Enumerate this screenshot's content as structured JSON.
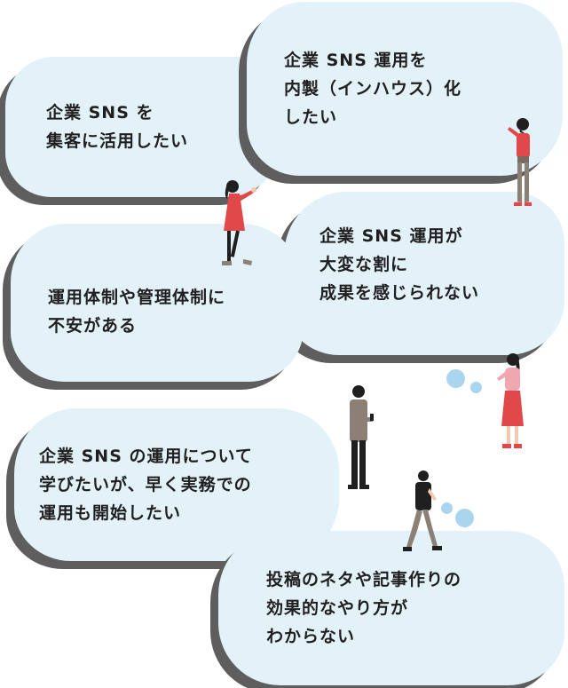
{
  "bubbles": [
    {
      "id": "b1",
      "text": "企業 SNS を\n集客に活用したい"
    },
    {
      "id": "b2",
      "text": "企業 SNS 運用を\n内製（インハウス）化\nしたい"
    },
    {
      "id": "b3",
      "text": "運用体制や管理体制に\n不安がある"
    },
    {
      "id": "b4",
      "text": "企業 SNS 運用が\n大変な割に\n成果を感じられない"
    },
    {
      "id": "b5",
      "text": "企業 SNS の運用について\n学びたいが、早く実務での\n運用も開始したい"
    },
    {
      "id": "b6",
      "text": "投稿のネタや記事作りの\n効果的なやり方が\nわからない"
    }
  ],
  "colors": {
    "bubble": "#e3f1f8",
    "shadow": "#5e5e5e",
    "accent_red": "#e0484a",
    "pink": "#f0a7b0",
    "dot_blue": "#a9d6ee",
    "text": "#1f1f1f"
  },
  "illustrations": [
    "woman-red-dress-icon",
    "woman-red-top-icon",
    "woman-pink-top-icon",
    "man-with-phone-icon",
    "man-walking-icon"
  ]
}
